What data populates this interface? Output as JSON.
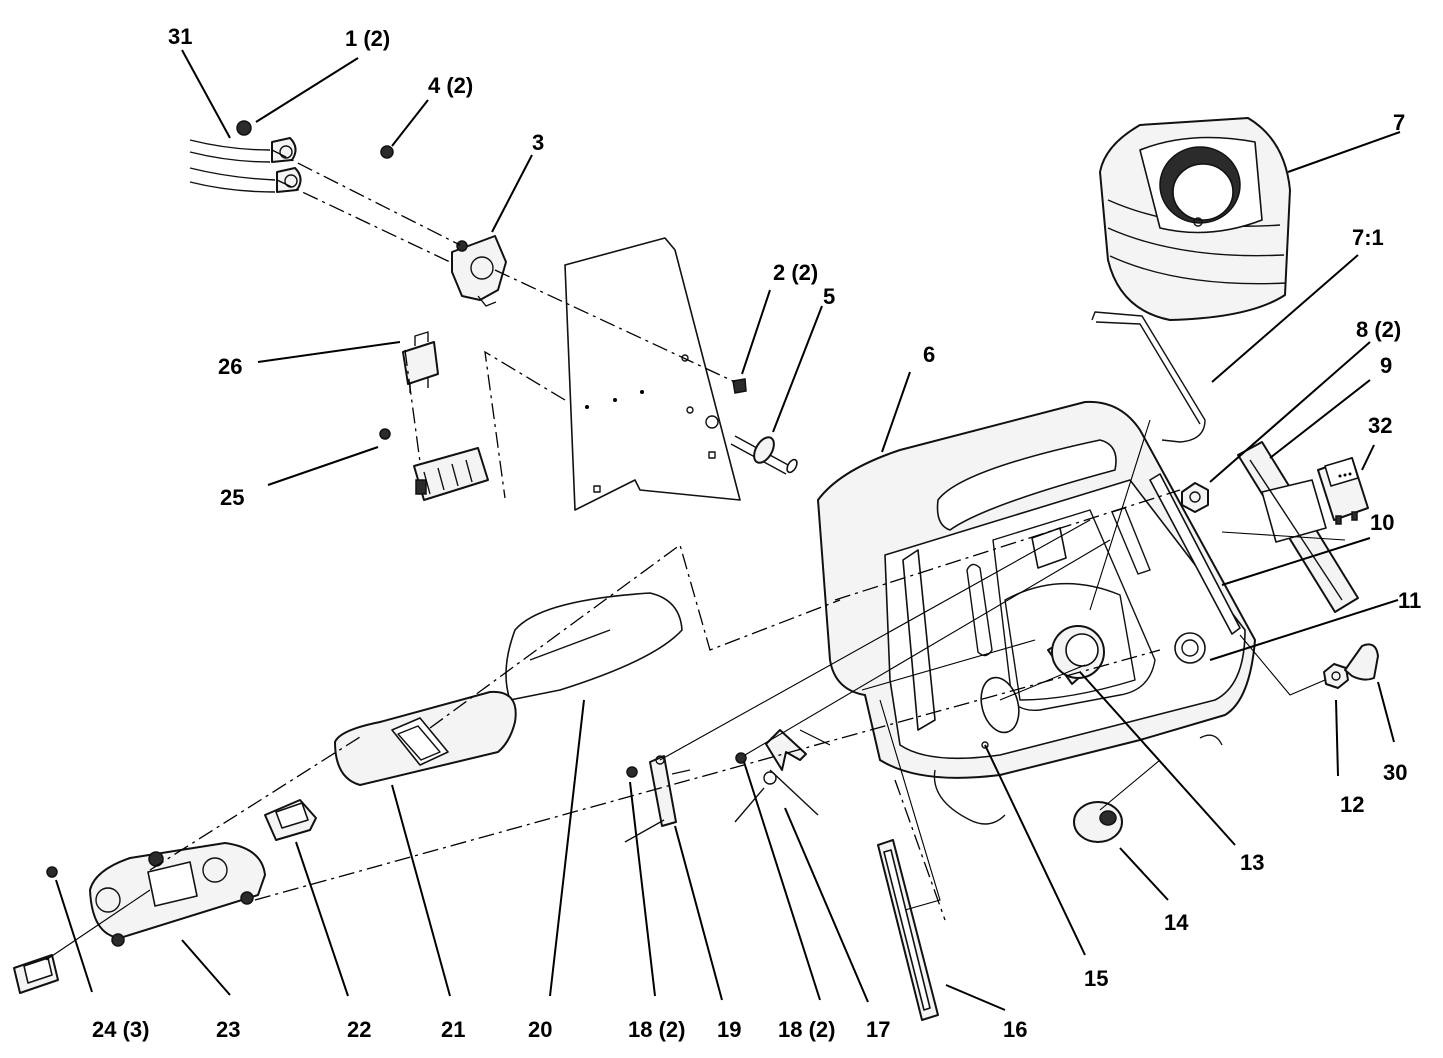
{
  "callouts": {
    "c31": "31",
    "c1": "1 (2)",
    "c4": "4 (2)",
    "c3": "3",
    "c2": "2 (2)",
    "c5": "5",
    "c26": "26",
    "c25": "25",
    "c6": "6",
    "c7": "7",
    "c7_1": "7:1",
    "c8": "8 (2)",
    "c9": "9",
    "c32": "32",
    "c10": "10",
    "c11": "11",
    "c12": "12",
    "c30": "30",
    "c13": "13",
    "c14": "14",
    "c15": "15",
    "c16": "16",
    "c17": "17",
    "c18b": "18 (2)",
    "c19": "19",
    "c18a": "18 (2)",
    "c20": "20",
    "c21": "21",
    "c22": "22",
    "c23": "23",
    "c24": "24 (3)"
  }
}
